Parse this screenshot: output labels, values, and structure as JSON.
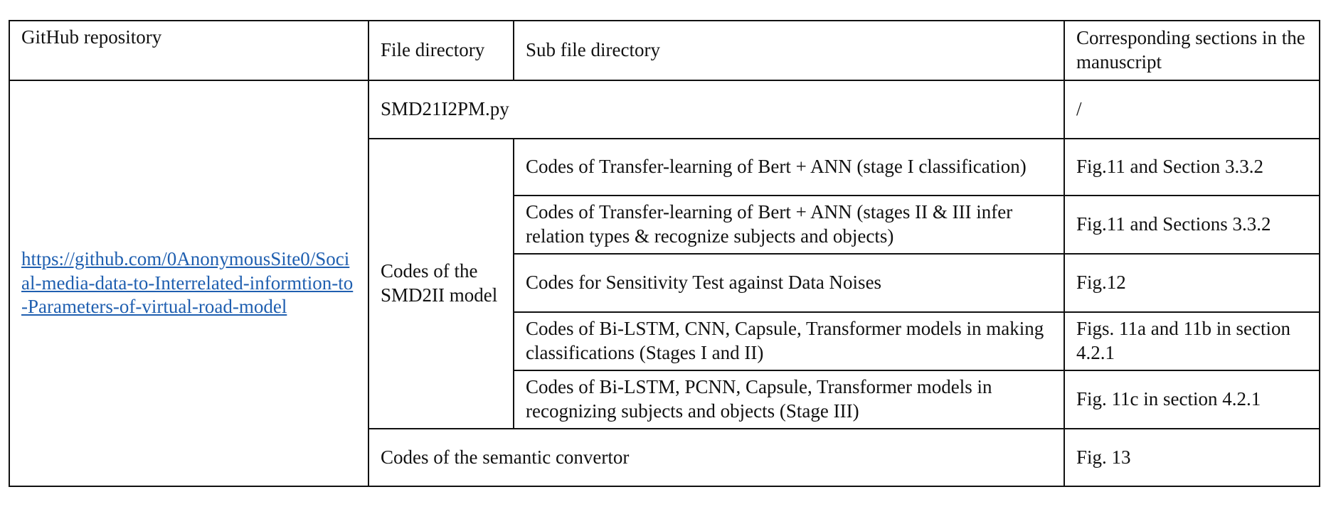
{
  "header": {
    "repo": "GitHub repository",
    "file_dir": "File directory",
    "sub_dir": "Sub file directory",
    "sections": "Corresponding sections in the manuscript"
  },
  "repo_link": "https://github.com/0AnonymousSite0/Social-media-data-to-Interrelated-informtion-to-Parameters-of-virtual-road-model",
  "rows": [
    {
      "file": "SMD21I2PM.py",
      "section": "/"
    },
    {
      "group": "Codes of the SMD2II model"
    },
    {
      "sub": "Codes of Transfer-learning of Bert + ANN (stage I classification)",
      "section": "Fig.11 and Section 3.3.2"
    },
    {
      "sub": "Codes of Transfer-learning of Bert + ANN (stages II & III infer relation types & recognize subjects and objects)",
      "section": "Fig.11 and Sections 3.3.2"
    },
    {
      "sub": "Codes for Sensitivity Test against Data Noises",
      "section": "Fig.12"
    },
    {
      "sub": "Codes of Bi-LSTM, CNN, Capsule, Transformer models in making classifications (Stages I and II)",
      "section": "Figs. 11a and 11b in section 4.2.1"
    },
    {
      "sub": "Codes of Bi-LSTM, PCNN, Capsule, Transformer models in recognizing subjects and objects (Stage III)",
      "section": "Fig. 11c in section 4.2.1"
    },
    {
      "file": "Codes of the semantic convertor",
      "section": "Fig. 13"
    }
  ]
}
